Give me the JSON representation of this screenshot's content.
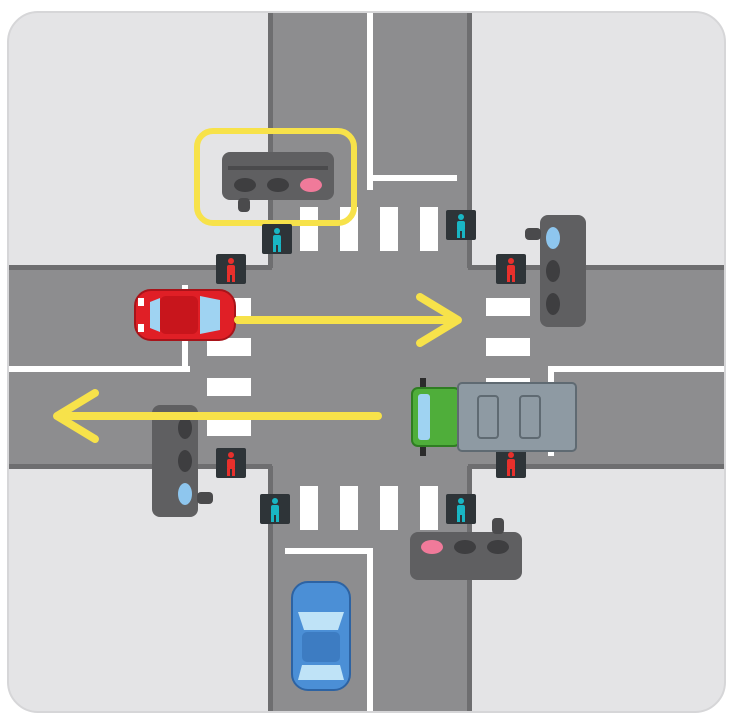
{
  "scene": {
    "type": "intersection-illustration",
    "colors": {
      "ground": "#e4e4e6",
      "road": "#8d8d8f",
      "road_edge": "#6e6e70",
      "marking": "#ffffff",
      "highlight": "#f7e24a",
      "arrow": "#f7e24a",
      "signal_body": "#5f5f61",
      "signal_red": "#f07a9a",
      "signal_blue": "#8ec6ee",
      "ped_red": "#e8302c",
      "ped_green": "#19b6c4",
      "red_car": "#e01f26",
      "blue_car": "#4b8fd6",
      "truck_cab": "#4fae3a",
      "truck_box": "#8e9aa3"
    },
    "signals": [
      {
        "name": "north-signal",
        "state": "red",
        "highlighted": true
      },
      {
        "name": "east-signal",
        "state": "blue"
      },
      {
        "name": "west-signal",
        "state": "blue"
      },
      {
        "name": "south-signal",
        "state": "red"
      }
    ],
    "pedestrian_signals": [
      {
        "name": "north-left",
        "state": "green"
      },
      {
        "name": "north-right",
        "state": "green"
      },
      {
        "name": "west-top",
        "state": "red"
      },
      {
        "name": "east-top",
        "state": "red"
      },
      {
        "name": "west-bottom",
        "state": "red"
      },
      {
        "name": "east-bottom",
        "state": "red"
      },
      {
        "name": "south-left",
        "state": "green"
      },
      {
        "name": "south-right",
        "state": "green"
      }
    ],
    "vehicles": [
      "red-car",
      "truck",
      "blue-car"
    ],
    "arrows": [
      "eastbound-arrow",
      "westbound-arrow"
    ]
  }
}
